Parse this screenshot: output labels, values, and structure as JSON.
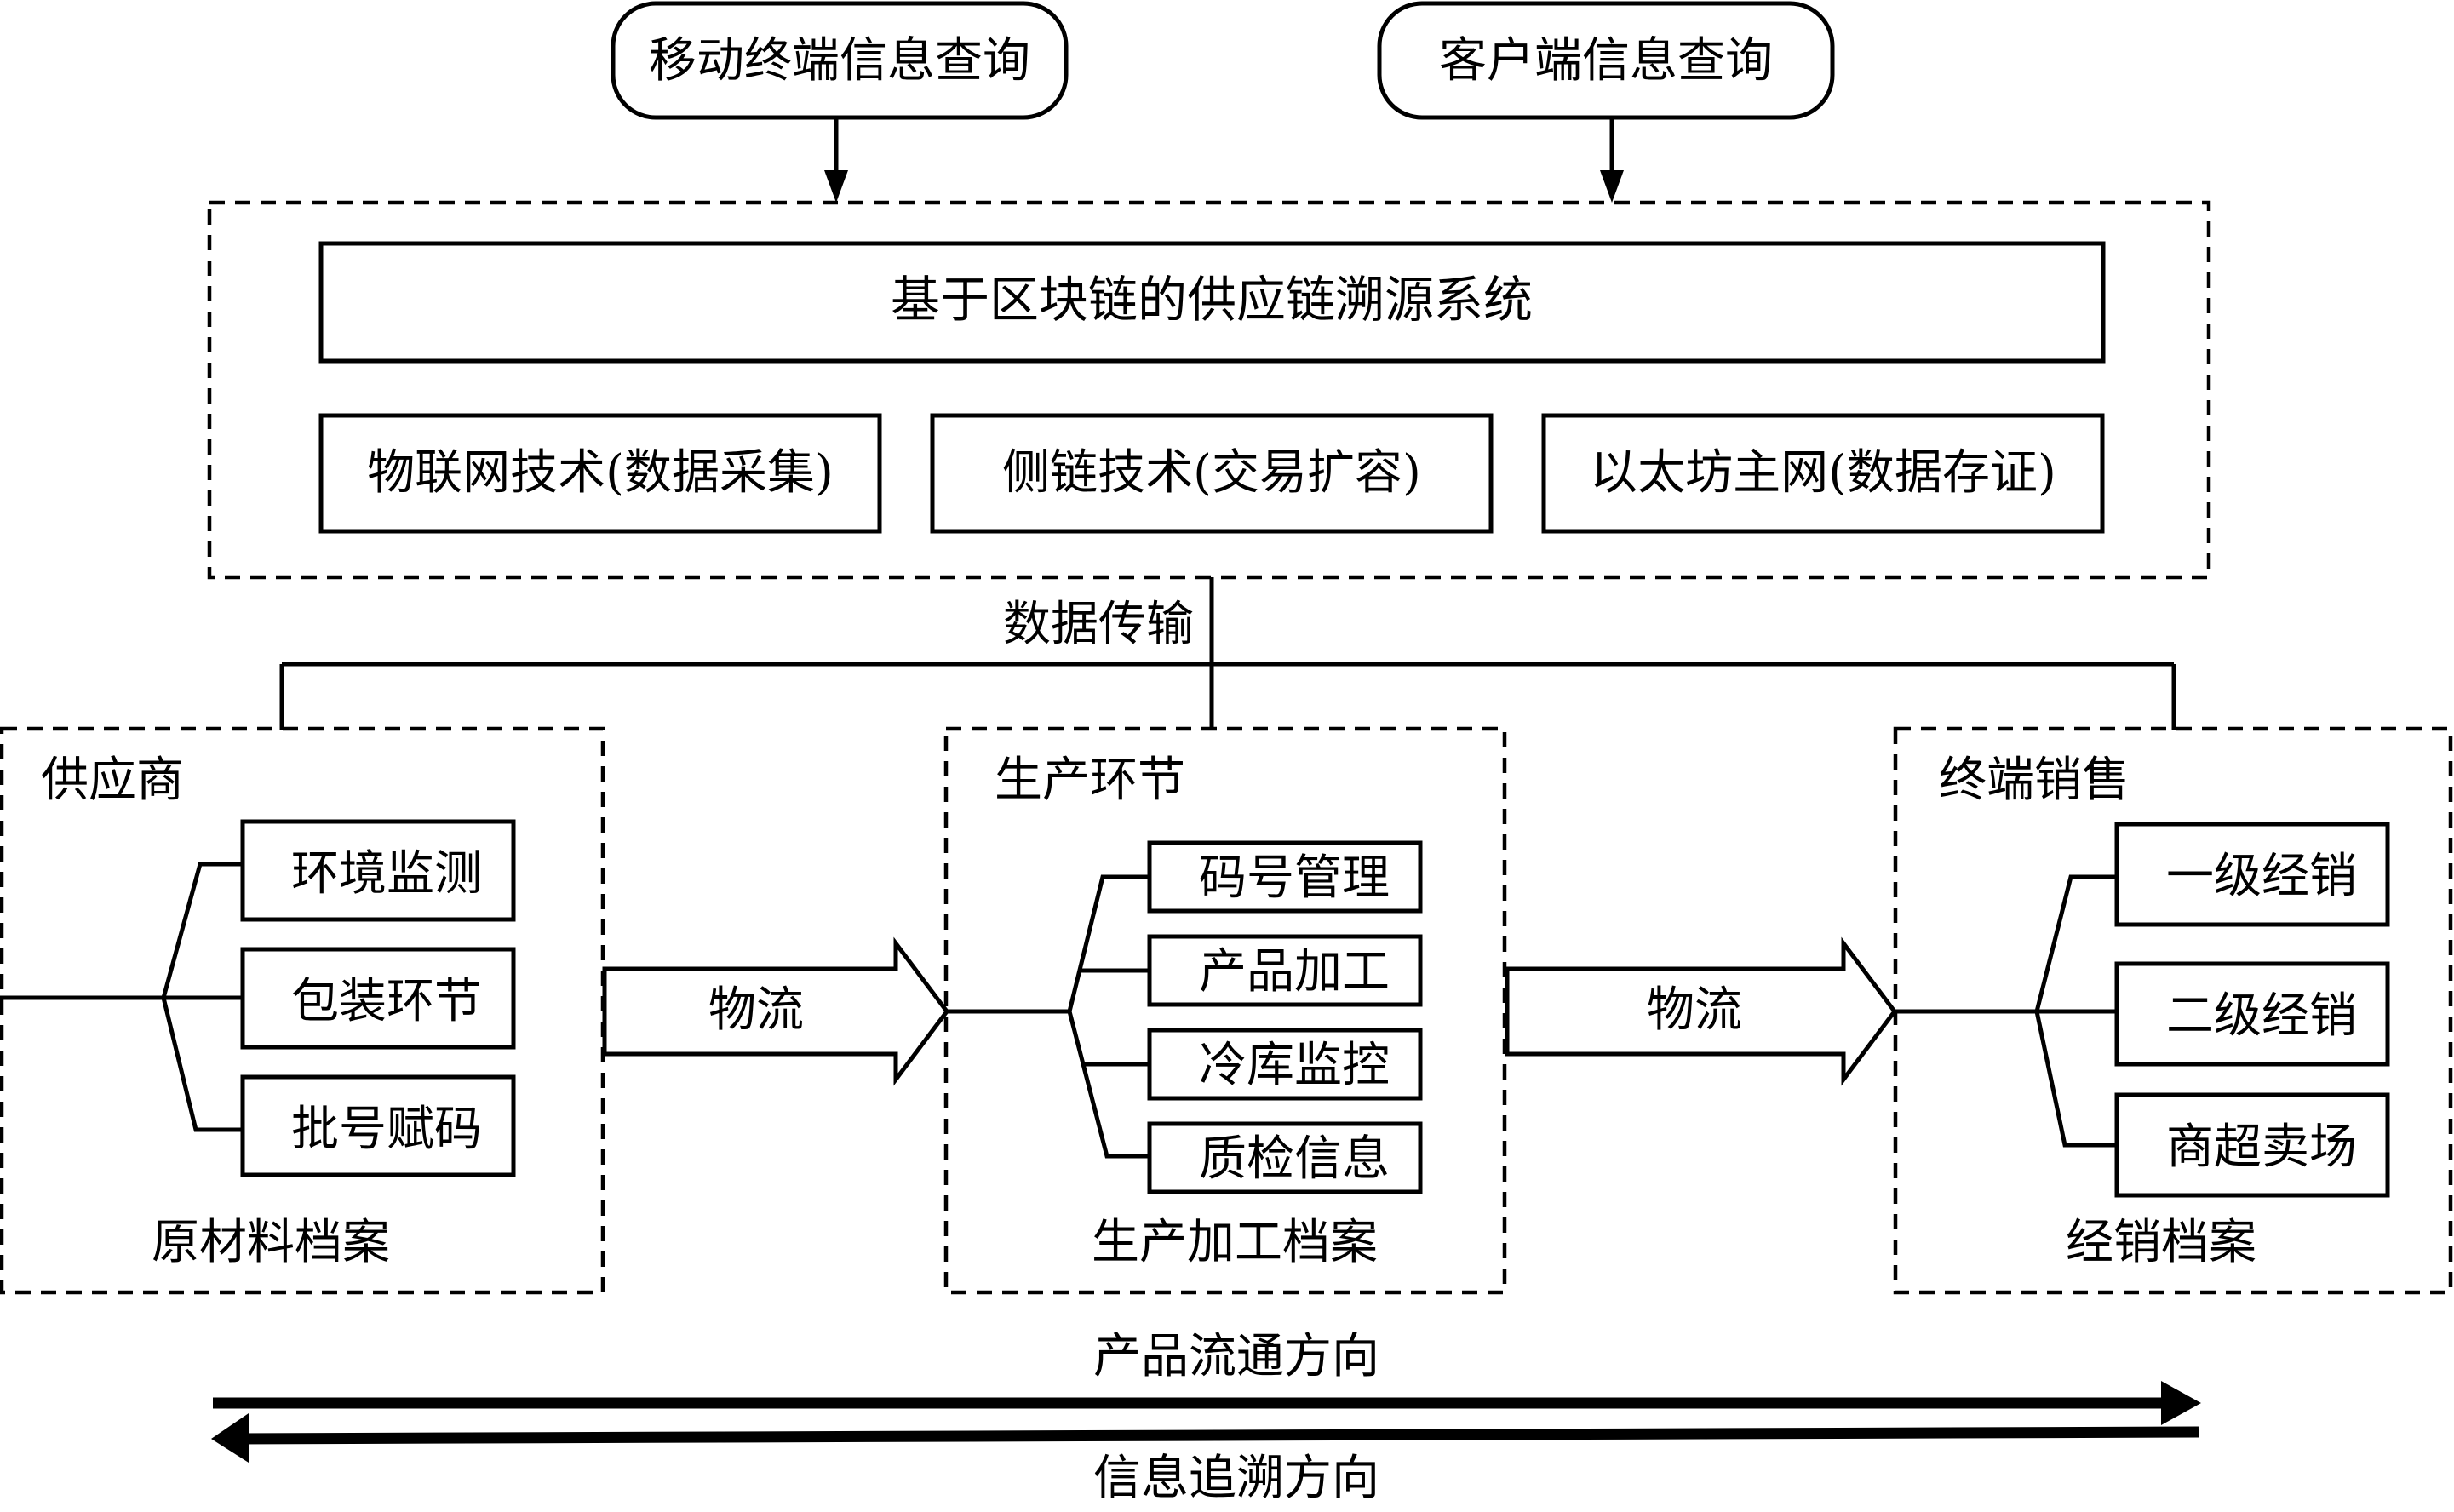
{
  "query": {
    "mobile_label": "移动终端信息查询",
    "client_label": "客户端信息查询"
  },
  "system": {
    "title": "基于区块链的供应链溯源系统",
    "technologies": [
      "物联网技术(数据采集)",
      "侧链技术(交易扩容)",
      "以太坊主网(数据存证)"
    ]
  },
  "data_transfer_label": "数据传输",
  "stages": [
    {
      "title": "供应商",
      "items": [
        "环境监测",
        "包装环节",
        "批号赋码"
      ],
      "archive": "原材料档案"
    },
    {
      "title": "生产环节",
      "items": [
        "码号管理",
        "产品加工",
        "冷库监控",
        "质检信息"
      ],
      "archive": "生产加工档案"
    },
    {
      "title": "终端销售",
      "items": [
        "一级经销",
        "二级经销",
        "商超卖场"
      ],
      "archive": "经销档案"
    }
  ],
  "logistics_label": "物流",
  "directions": {
    "product_flow": "产品流通方向",
    "info_trace": "信息追溯方向"
  }
}
